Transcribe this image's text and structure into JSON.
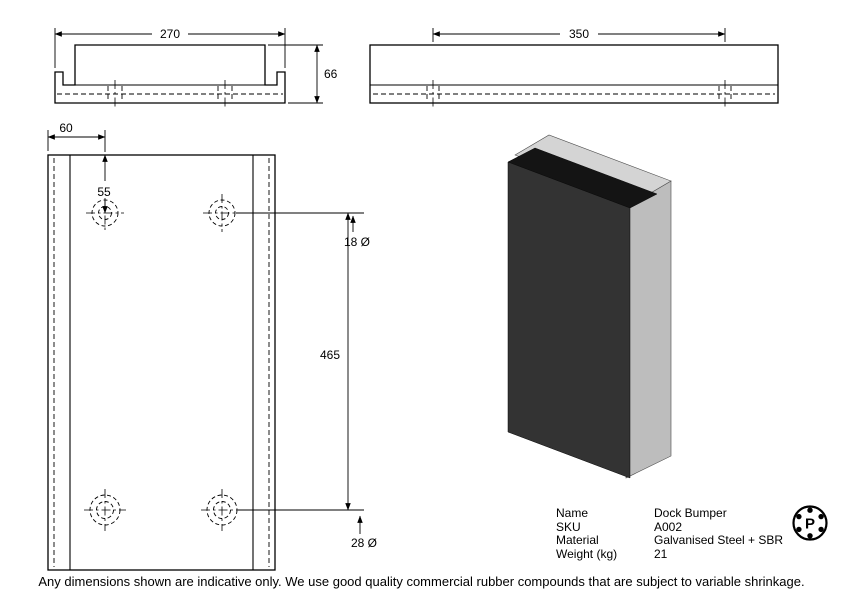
{
  "views": {
    "top": {
      "width_dim": "270",
      "thickness_dim": "66"
    },
    "side": {
      "hole_spacing_dim": "350"
    },
    "front": {
      "edge_to_hole_dim": "60",
      "top_edge_to_hole_dim": "55",
      "hole_spacing_dim": "465",
      "top_hole_diameter": "18 Ø",
      "bottom_hole_diameter": "28 Ø"
    }
  },
  "spec_table": {
    "rows": [
      {
        "label": "Name",
        "value": "Dock Bumper"
      },
      {
        "label": "SKU",
        "value": "A002"
      },
      {
        "label": "Material",
        "value": "Galvanised Steel + SBR"
      },
      {
        "label": "Weight (kg)",
        "value": "21"
      }
    ]
  },
  "logo": {
    "letter": "P"
  },
  "footer": {
    "note": "Any dimensions shown are indicative only. We use good quality commercial rubber compounds that are subject to variable shrinkage."
  },
  "colors": {
    "line": "#000000",
    "rubber_front": "#333333",
    "rubber_top": "#141414",
    "plate_top": "#d4d4d4",
    "plate_side": "#bdbdbd"
  }
}
